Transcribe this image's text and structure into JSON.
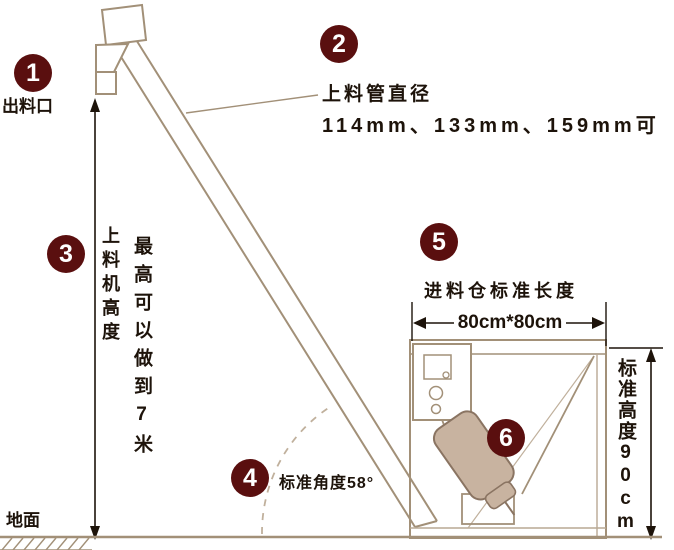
{
  "colors": {
    "badge_bg": "#5a0f0f",
    "badge_text": "#ffffff",
    "line": "#a29078",
    "line_light": "#c0b09c",
    "text": "#1d130a",
    "motor_fill": "#c8b3a0"
  },
  "badges": [
    "1",
    "2",
    "3",
    "4",
    "5",
    "6"
  ],
  "labels": {
    "outlet": "出料口",
    "pipe_title": "上料管直径",
    "pipe_sizes": "114mm、133mm、159mm可",
    "lift_height": "上料机高度",
    "lift_height_max": "最高可以做到7米",
    "angle": "标准角度58°",
    "bin_length_title": "进料仓标准长度",
    "bin_length_value": "80cm*80cm",
    "bin_height": "标准高度90cm",
    "ground": "地面"
  }
}
